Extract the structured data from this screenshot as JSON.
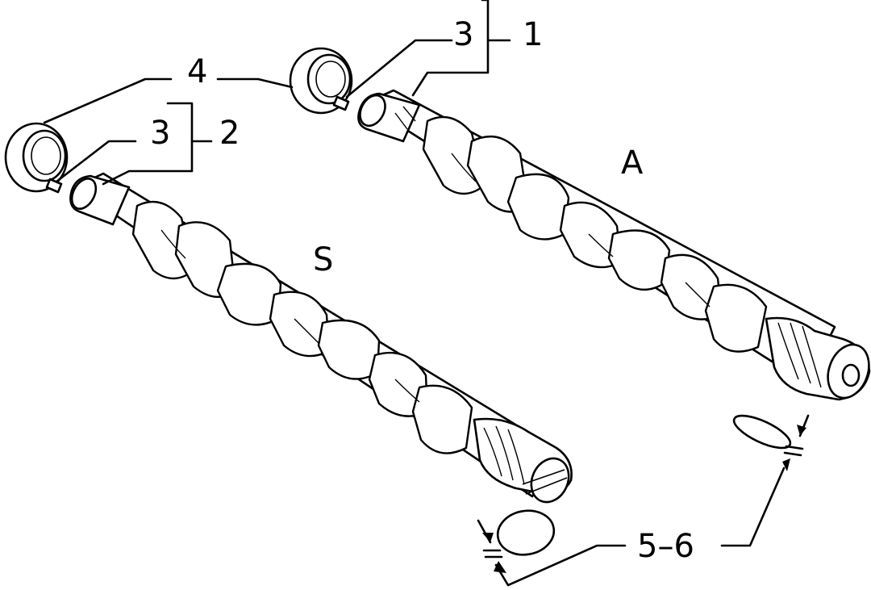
{
  "labels": {
    "part_1": "1",
    "part_2": "2",
    "part_3_upper": "3",
    "part_3_lower": "3",
    "part_4": "4",
    "part_5_6": "5–6",
    "shaft_a": "A",
    "shaft_s": "S"
  }
}
